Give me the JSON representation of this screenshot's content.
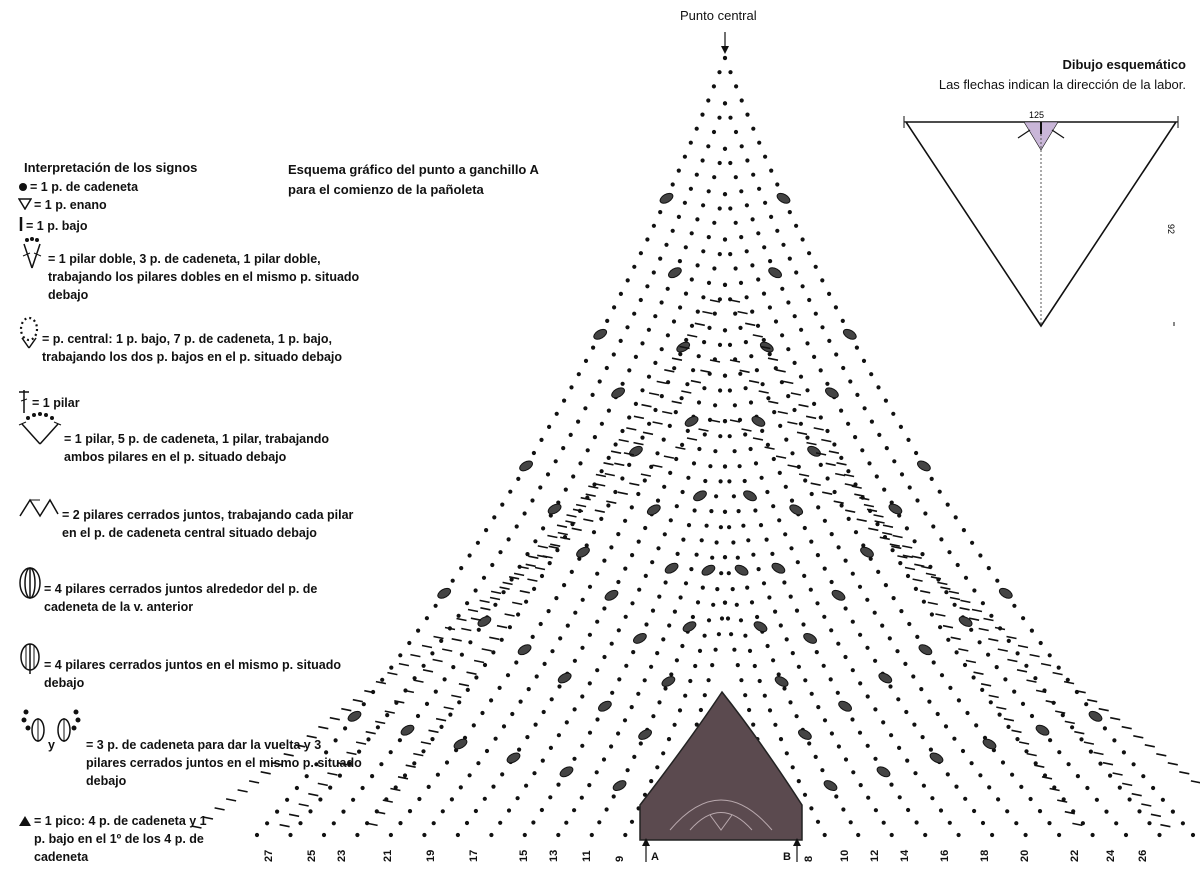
{
  "center_label": "Punto central",
  "chart_title": [
    "Esquema gráfico del punto a ganchillo A",
    "para el comienzo de la pañoleta"
  ],
  "schematic": {
    "title": "Dibujo esquemático",
    "subtitle": "Las flechas indican la dirección de la labor.",
    "width_label": "125",
    "height_label": "92"
  },
  "legend": {
    "title": "Interpretación de los signos",
    "items": [
      {
        "icon": "dot-icon",
        "text": "= 1 p. de cadeneta"
      },
      {
        "icon": "open-triangle-icon",
        "text": "= 1 p. enano"
      },
      {
        "icon": "bar-icon",
        "text": "= 1 p. bajo"
      },
      {
        "icon": "double-treble-v-icon",
        "text": "= 1 pilar doble, 3 p. de cadeneta, 1 pilar doble, trabajando los pilares dobles en el mismo p. situado debajo"
      },
      {
        "icon": "picot-loop-icon",
        "text": "= p. central: 1 p. bajo, 7 p. de cadeneta, 1 p. bajo, trabajando los dos p. bajos en el p. situado debajo"
      },
      {
        "icon": "treble-icon",
        "text": "= 1 pilar"
      },
      {
        "icon": "v-stitch-icon",
        "text": "= 1 pilar, 5 p. de cadeneta, 1 pilar, trabajando ambos pilares en el p. situado debajo"
      },
      {
        "icon": "decrease-icon",
        "text": "= 2 pilares cerrados juntos, trabajando cada pilar en el p. de cadeneta central situado debajo"
      },
      {
        "icon": "cluster-around-icon",
        "text": "= 4 pilares cerrados juntos alrededor del p. de cadeneta de la v. anterior"
      },
      {
        "icon": "cluster-same-icon",
        "text": "= 4 pilares cerrados juntos en el mismo p. situado debajo"
      },
      {
        "icon": "turn-cluster-icon",
        "text": "= 3 p. de cadeneta para dar la vuelta y 3 pilares cerrados juntos en el mismo p. situado debajo"
      },
      {
        "icon": "picot-icon",
        "text": "= 1 pico: 4 p. de cadeneta y 1 p. bajo en el 1º de los 4 p. de cadeneta"
      }
    ],
    "and_word": "y"
  },
  "start_labels": {
    "left": "A",
    "right": "B"
  },
  "row_labels_left": [
    "27",
    "25",
    "23",
    "21",
    "19",
    "17",
    "15",
    "13",
    "11",
    "9"
  ],
  "row_labels_right": [
    "8",
    "10",
    "12",
    "14",
    "16",
    "18",
    "20",
    "22",
    "24",
    "26"
  ],
  "colors": {
    "ink": "#111111",
    "solid_motif": "#5b4a4f",
    "schematic_fill": "#c9b6d8"
  }
}
